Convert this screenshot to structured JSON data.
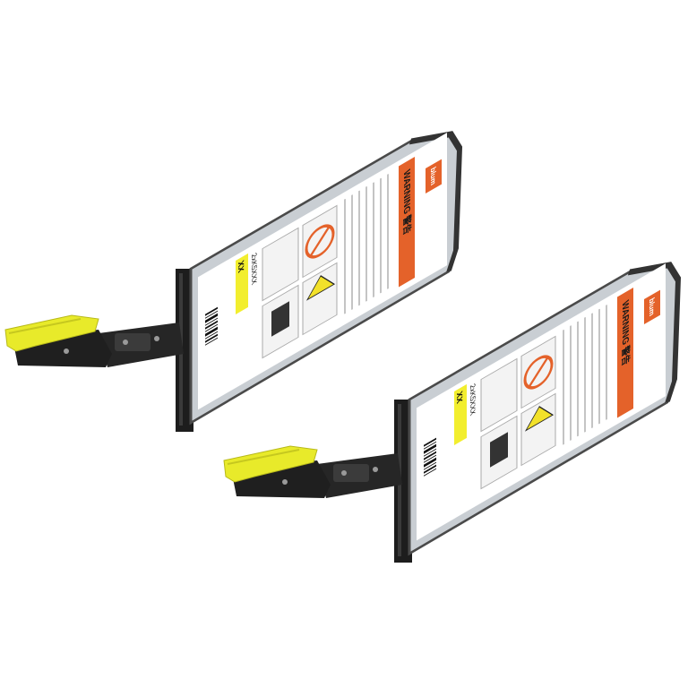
{
  "product": {
    "units": 2,
    "brand_label": "blum",
    "warning_title": "WARNING 警告",
    "size_code": "XX",
    "part_number": "2xK5XXX",
    "colors": {
      "lever": "#e8ea2a",
      "mechanism": "#232323",
      "housing": "#c9ced3",
      "warning_band": "#e4622a",
      "label": "#ffffff"
    }
  }
}
